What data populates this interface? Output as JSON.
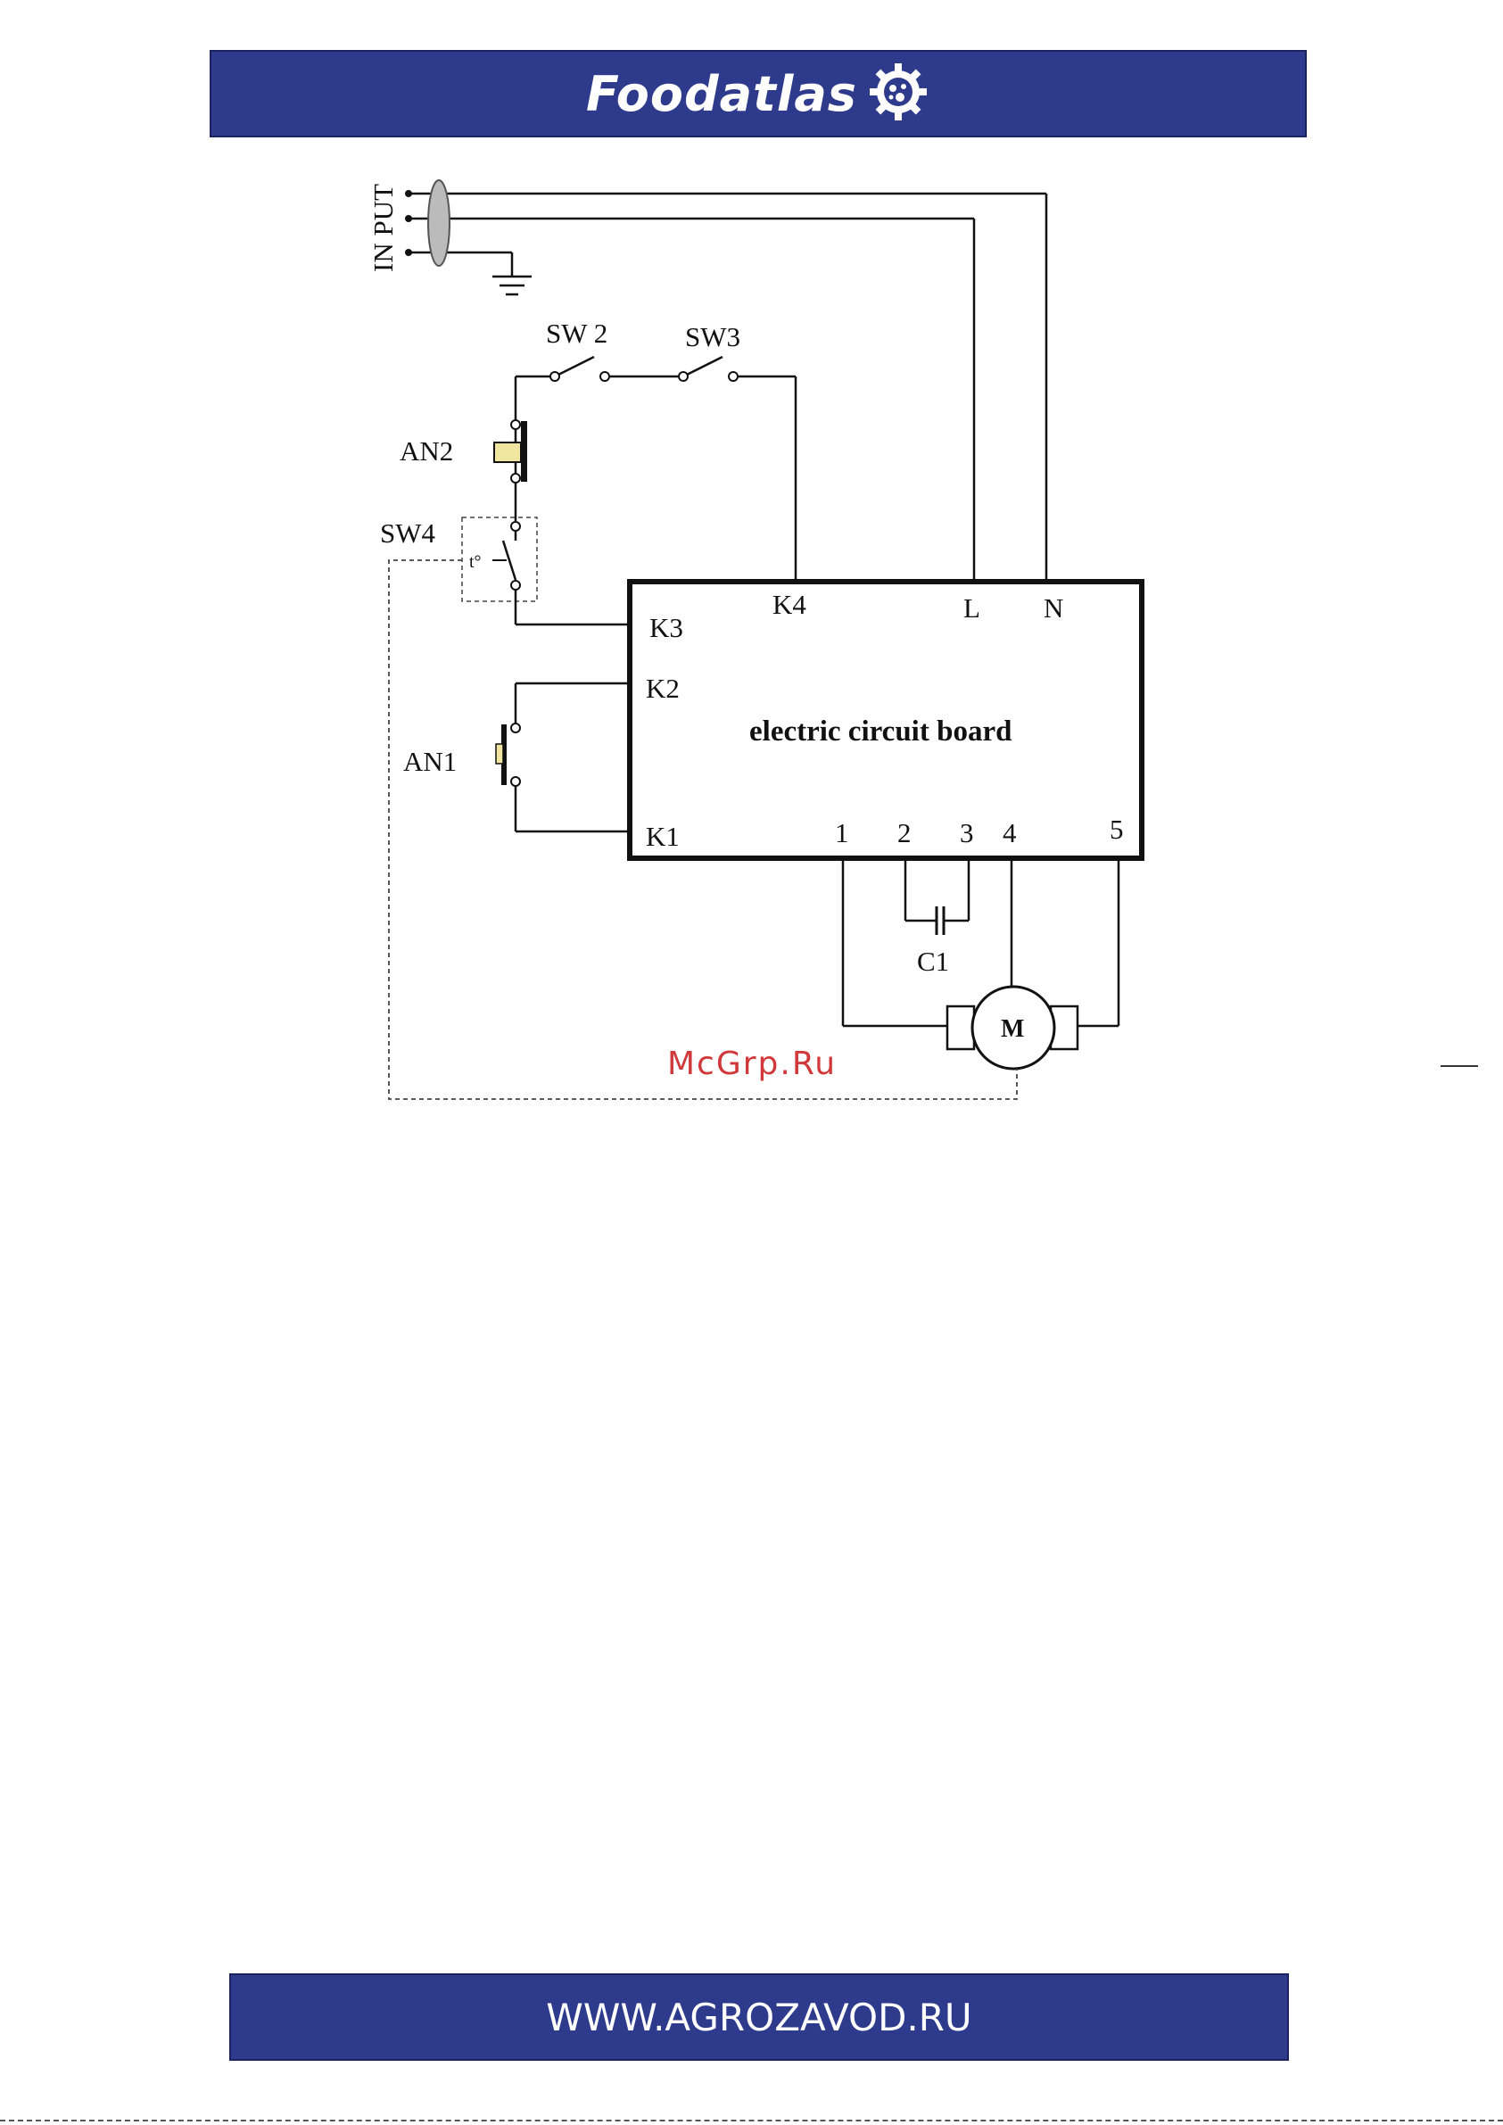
{
  "header": {
    "brand": "Foodatlas",
    "logo_icon": "gear-icon",
    "color": "#2e3b8c"
  },
  "footer": {
    "website": "WWW.AGROZAVOD.RU",
    "color": "#2e3b8c"
  },
  "watermark": "McGrp.Ru",
  "diagram": {
    "input_label": "IN PUT",
    "switches": {
      "sw2": "SW 2",
      "sw3": "SW3",
      "sw4": "SW4"
    },
    "buttons": {
      "an1": "AN1",
      "an2": "AN2"
    },
    "board": {
      "title": "electric circuit board",
      "terminals": {
        "k1": "K1",
        "k2": "K2",
        "k3": "K3",
        "k4": "K4",
        "l": "L",
        "n": "N"
      },
      "outputs": [
        "1",
        "2",
        "3",
        "4",
        "5"
      ]
    },
    "capacitor": "C1",
    "motor": "M",
    "accent_color": "#f0e6a0"
  }
}
